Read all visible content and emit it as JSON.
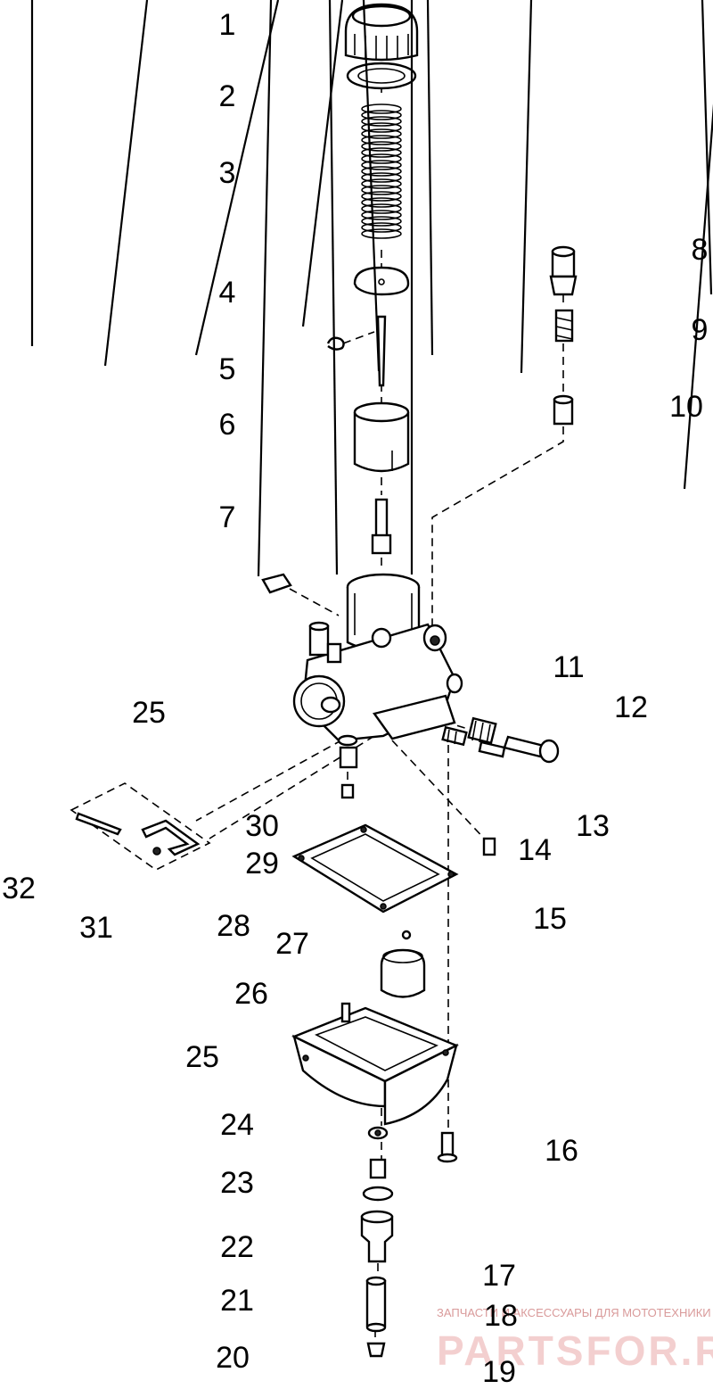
{
  "callouts": [
    {
      "id": "1",
      "text": "1"
    },
    {
      "id": "2",
      "text": "2"
    },
    {
      "id": "3",
      "text": "3"
    },
    {
      "id": "4",
      "text": "4"
    },
    {
      "id": "5",
      "text": "5"
    },
    {
      "id": "6",
      "text": "6"
    },
    {
      "id": "7",
      "text": "7"
    },
    {
      "id": "8",
      "text": "8"
    },
    {
      "id": "9",
      "text": "9"
    },
    {
      "id": "10",
      "text": "10"
    },
    {
      "id": "11",
      "text": "11"
    },
    {
      "id": "12",
      "text": "12"
    },
    {
      "id": "13",
      "text": "13"
    },
    {
      "id": "14",
      "text": "14"
    },
    {
      "id": "15",
      "text": "15"
    },
    {
      "id": "16",
      "text": "16"
    },
    {
      "id": "17",
      "text": "17"
    },
    {
      "id": "18",
      "text": "18"
    },
    {
      "id": "19",
      "text": "19"
    },
    {
      "id": "20",
      "text": "20"
    },
    {
      "id": "21",
      "text": "21"
    },
    {
      "id": "22",
      "text": "22"
    },
    {
      "id": "23",
      "text": "23"
    },
    {
      "id": "24",
      "text": "24"
    },
    {
      "id": "25a",
      "text": "25"
    },
    {
      "id": "25b",
      "text": "25"
    },
    {
      "id": "26",
      "text": "26"
    },
    {
      "id": "27",
      "text": "27"
    },
    {
      "id": "28",
      "text": "28"
    },
    {
      "id": "29",
      "text": "29"
    },
    {
      "id": "30",
      "text": "30"
    },
    {
      "id": "31",
      "text": "31"
    },
    {
      "id": "32",
      "text": "32"
    }
  ],
  "watermark": {
    "tagline": "ЗАПЧАСТИ И АКСЕССУАРЫ ДЛЯ МОТОТЕХНИКИ",
    "brand": "PARTSFOR.RU",
    "color": "#e8a0a0"
  }
}
